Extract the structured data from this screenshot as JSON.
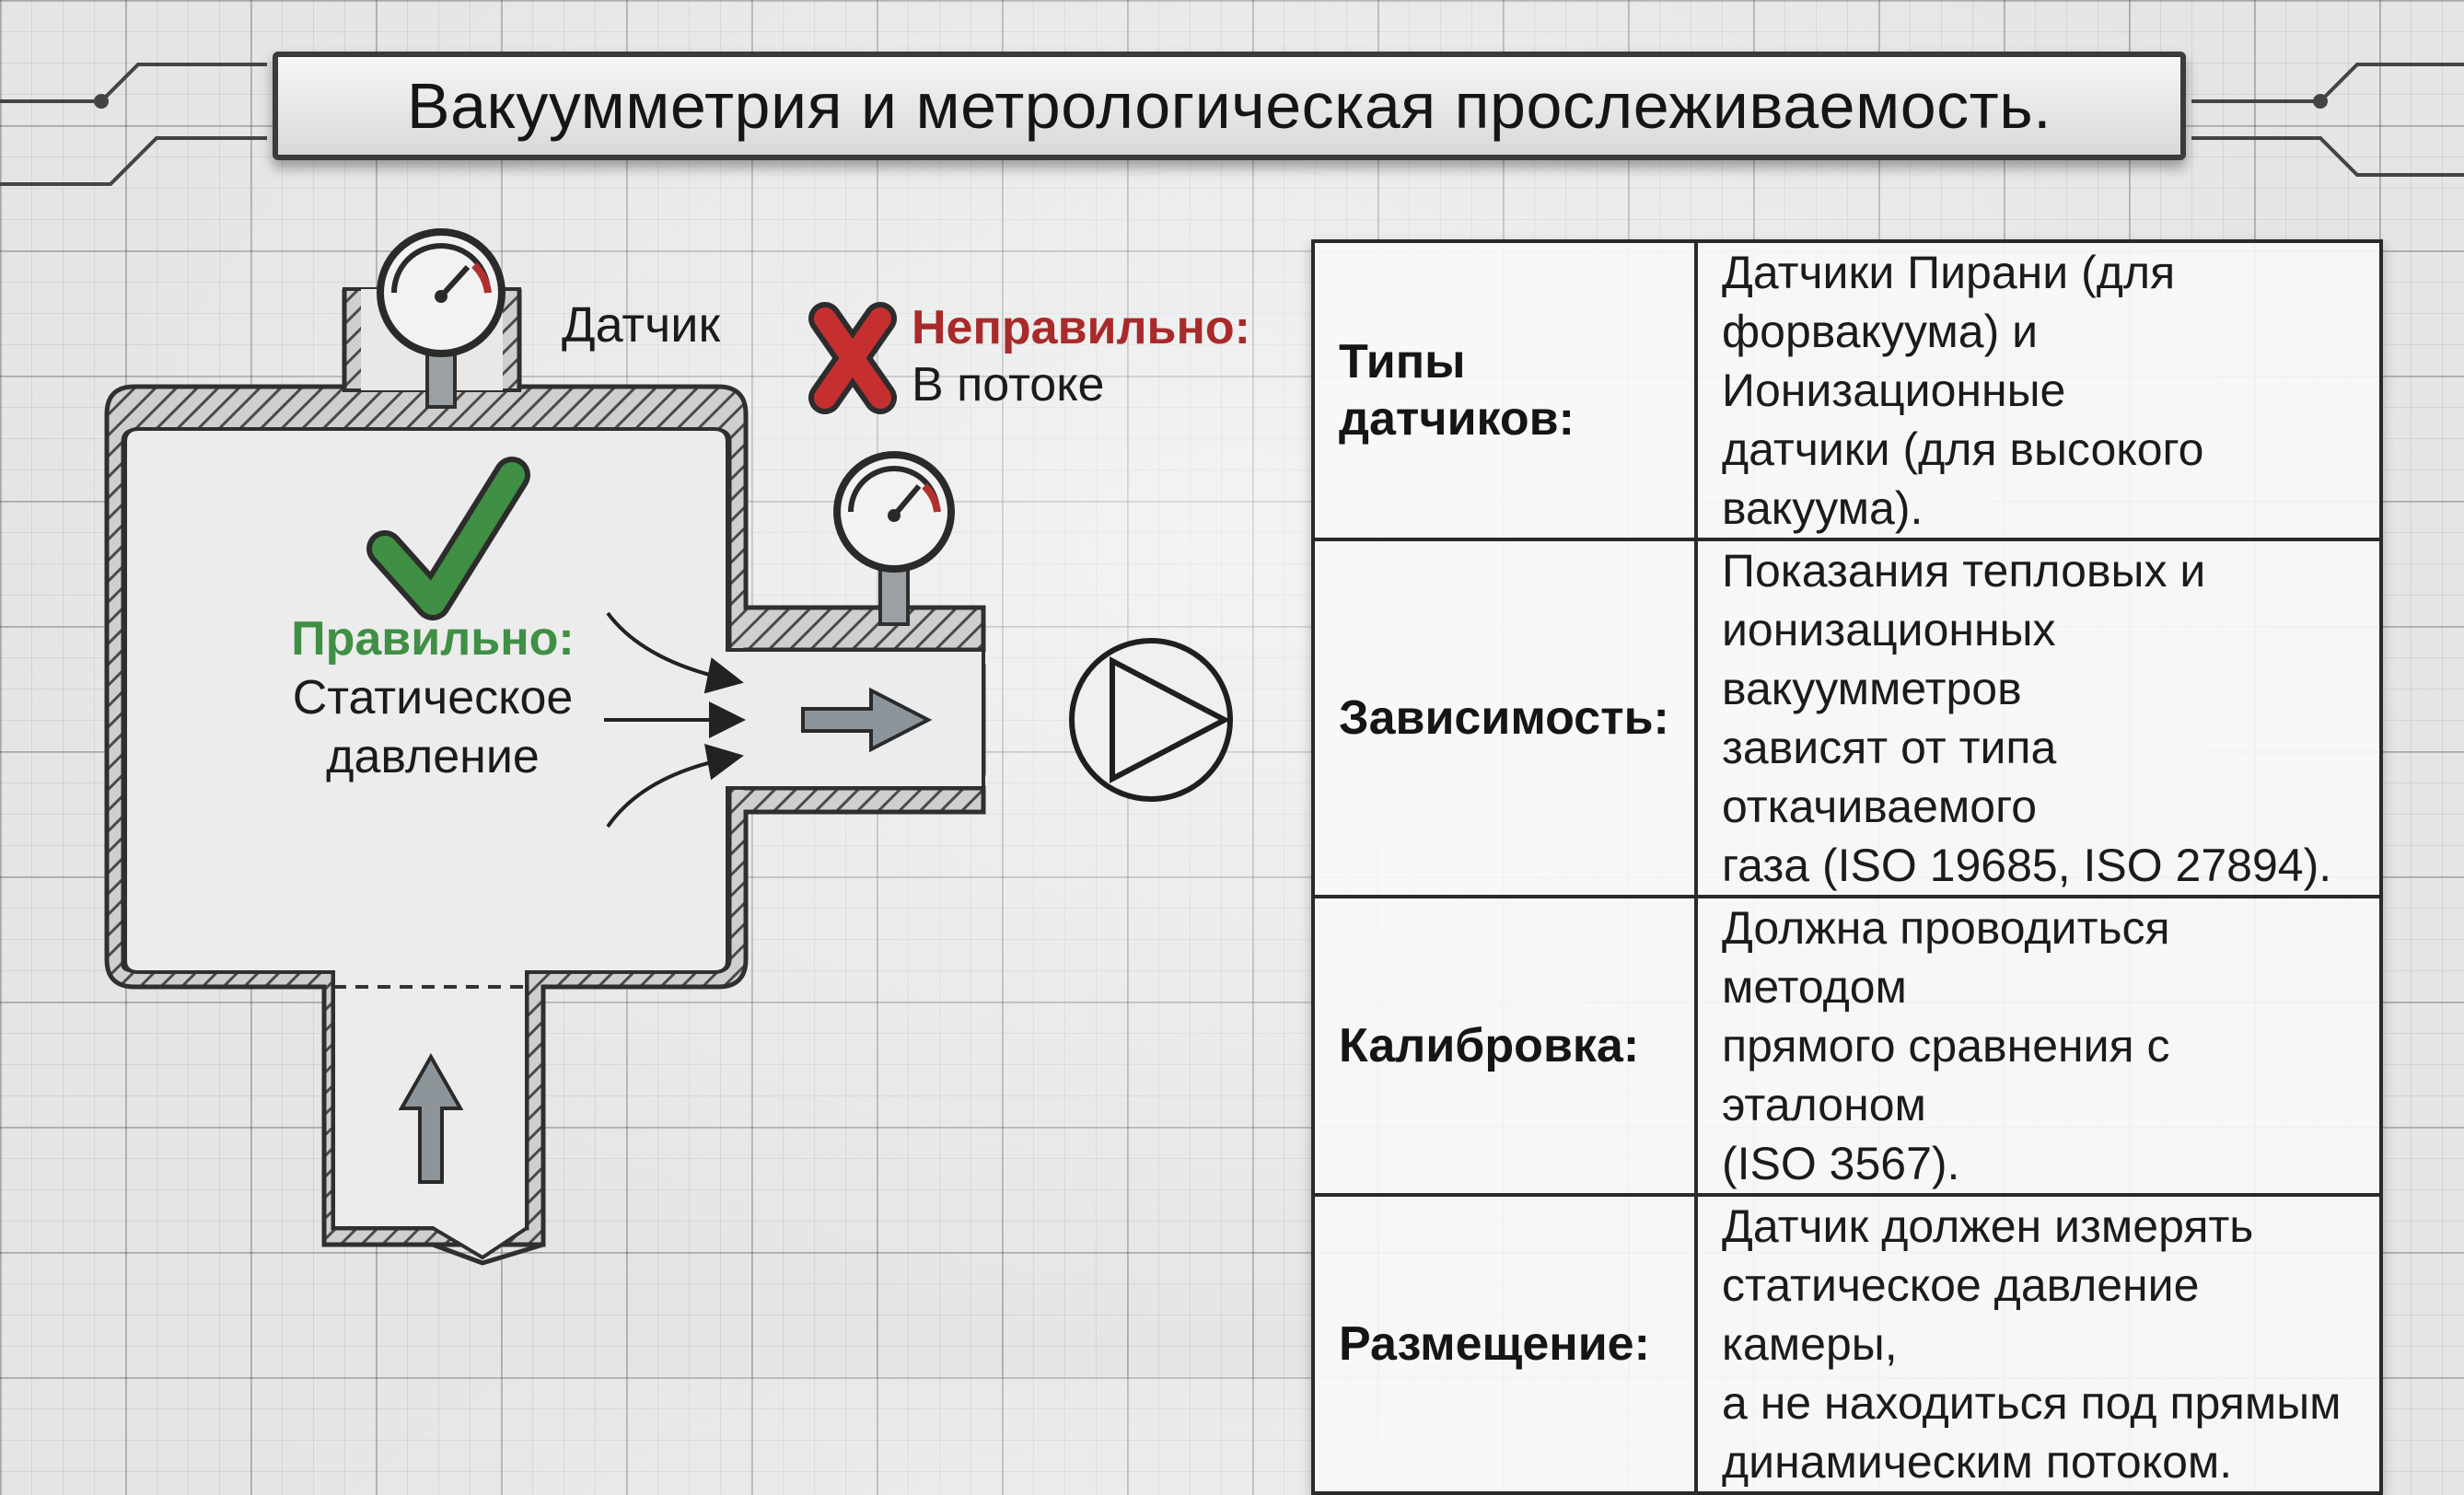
{
  "title": "Вакуумметрия и метрологическая прослеживаемость.",
  "diagram": {
    "sensor_label": "Датчик",
    "wrong_label": "Неправильно:",
    "wrong_text": "В потоке",
    "right_label": "Правильно:",
    "right_text_line1": "Статическое",
    "right_text_line2": "давление"
  },
  "colors": {
    "correct": "#3f8f44",
    "wrong": "#c62f2f",
    "outline": "#333333"
  },
  "table": {
    "rows": [
      {
        "key_line1": "Типы",
        "key_line2": "датчиков:",
        "lines": [
          "Датчики Пирани (для",
          "форвакуума) и Ионизационные",
          "датчики (для высокого вакуума)."
        ]
      },
      {
        "key_line1": "Зависимость:",
        "key_line2": "",
        "lines": [
          "Показания тепловых и",
          "ионизационных вакуумметров",
          "зависят от типа откачиваемого",
          "газа (ISO 19685, ISO 27894)."
        ]
      },
      {
        "key_line1": "Калибровка:",
        "key_line2": "",
        "lines": [
          "Должна проводиться методом",
          "прямого сравнения с эталоном",
          "(ISO 3567)."
        ]
      },
      {
        "key_line1": "Размещение:",
        "key_line2": "",
        "lines": [
          "Датчик должен измерять",
          "статическое давление камеры,",
          "а не находиться под прямым",
          "динамическим потоком."
        ]
      }
    ]
  }
}
